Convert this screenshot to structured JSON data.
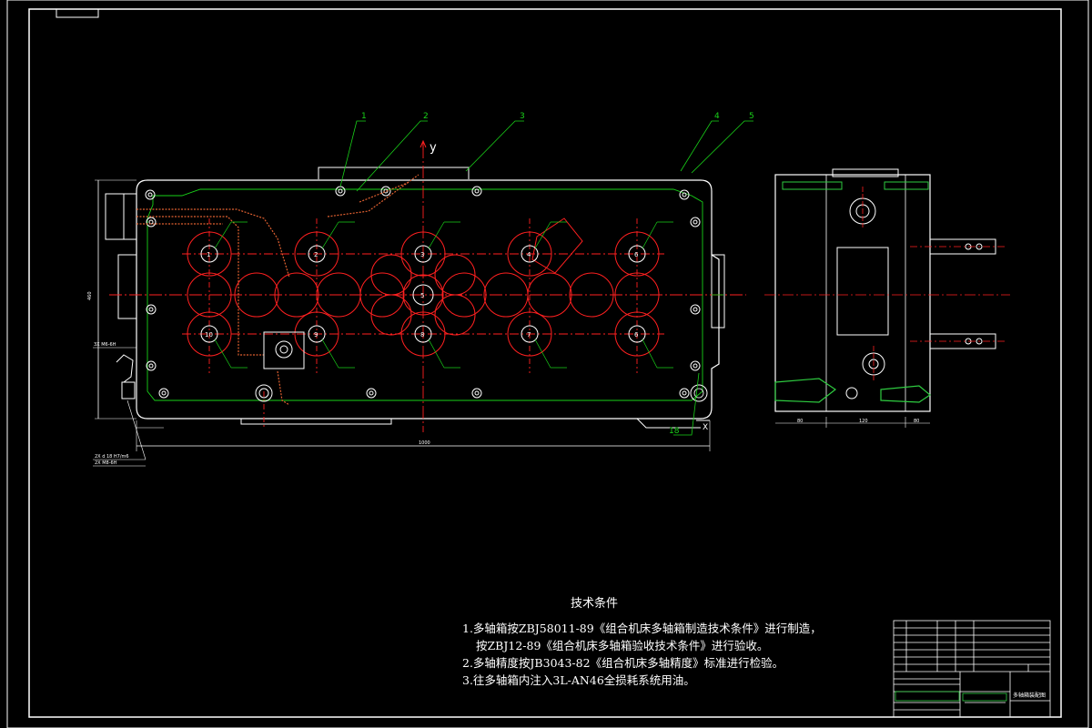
{
  "drawing": {
    "colors": {
      "background": "#000000",
      "frame": "#ffffff",
      "outline": "#ffffff",
      "centerline": "#ff2020",
      "leader": "#19d219",
      "pipe": "#e06030",
      "hatch": "#2ecc40"
    },
    "axis_label": "y",
    "x_label": "X",
    "leaders": [
      "1",
      "2",
      "3",
      "4",
      "5",
      "18"
    ],
    "spindle_labels": [
      "1",
      "2",
      "3",
      "4",
      "5",
      "6",
      "7",
      "8",
      "9",
      "10"
    ],
    "center_label": "5"
  },
  "tech_notes": {
    "title": "技术条件",
    "lines": [
      "1.多轴箱按ZBJ58011-89《组合机床多轴箱制造技术条件》进行制造，",
      "按ZBJ12-89《组合机床多轴箱验收技术条件》进行验收。",
      "2.多轴精度按JB3043-82《组合机床多轴精度》标准进行检验。",
      "3.往多轴箱内注入3L-AN46全损耗系统用油。"
    ]
  },
  "title_block": {
    "drawing_name": "多轴箱装配图"
  }
}
